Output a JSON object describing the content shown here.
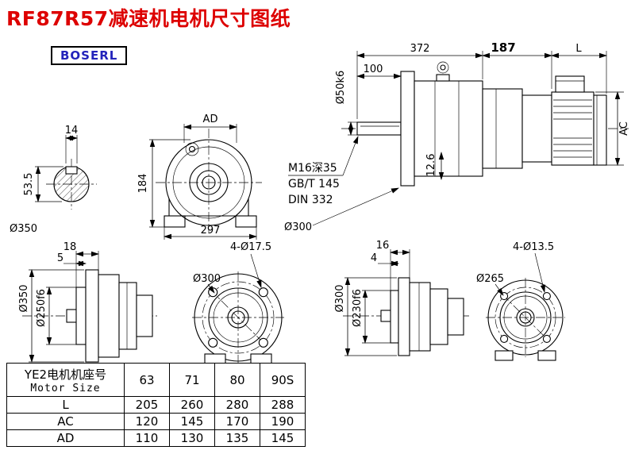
{
  "page": {
    "title": "RF87R57减速机电机尺寸图纸",
    "logo": "BOSERL"
  },
  "drawing": {
    "shaft": {
      "key_w": "14",
      "depth": "53.5",
      "dia": "Ø350"
    },
    "front": {
      "width_top": "AD",
      "height": "184",
      "width": "297"
    },
    "asm": {
      "gear_len": "372",
      "adapter_len": "187",
      "motor_len": "L",
      "shaft_len": "100",
      "shaft_dia": "Ø50k6",
      "motor_dia": "AC",
      "step": "12.6",
      "tap": "M16深35",
      "std1": "GB/T 145",
      "std2": "DIN 332",
      "flange_dia": "Ø300"
    },
    "side1": {
      "protrusion": "18",
      "spigot_depth": "5",
      "flange_dia": "Ø350",
      "spigot_dia": "Ø250f6"
    },
    "flange1": {
      "holes": "4-Ø17.5",
      "bolt_circle": "Ø300"
    },
    "side2": {
      "protrusion": "16",
      "spigot_depth": "4",
      "flange_dia": "Ø300",
      "spigot_dia": "Ø230f6"
    },
    "flange2": {
      "holes": "4-Ø13.5",
      "bolt_circle": "Ø265"
    }
  },
  "table": {
    "header_line1": "YE2电机机座号",
    "header_line2": "Motor Size",
    "sizes": [
      "63",
      "71",
      "80",
      "90S"
    ],
    "rows": [
      {
        "label": "L",
        "values": [
          "205",
          "260",
          "280",
          "288"
        ]
      },
      {
        "label": "AC",
        "values": [
          "120",
          "145",
          "170",
          "190"
        ]
      },
      {
        "label": "AD",
        "values": [
          "110",
          "130",
          "135",
          "145"
        ]
      }
    ]
  }
}
